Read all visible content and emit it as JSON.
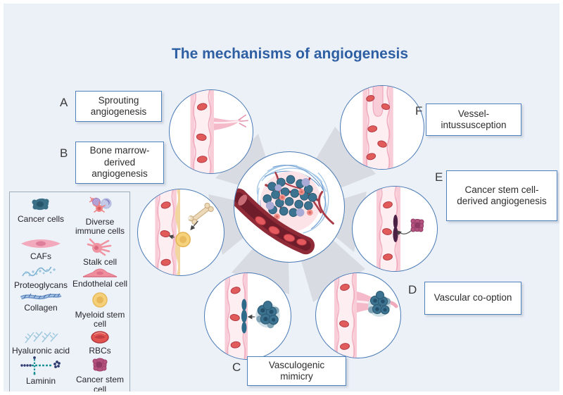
{
  "title": "The mechanisms of angiogenesis",
  "mechanisms": [
    {
      "letter": "A",
      "label": "Sprouting angiogenesis",
      "illustration": "sprouting-vessel-icon"
    },
    {
      "letter": "B",
      "label": "Bone marrow-derived angiogenesis",
      "illustration": "bone-marrow-vessel-icon"
    },
    {
      "letter": "C",
      "label": "Vasculogenic mimicry",
      "illustration": "vasculogenic-mimicry-vessel-icon"
    },
    {
      "letter": "D",
      "label": "Vascular co-option",
      "illustration": "vascular-co-option-vessel-icon"
    },
    {
      "letter": "E",
      "label": "Cancer stem cell-derived angiogenesis",
      "illustration": "cancer-stem-cell-vessel-icon"
    },
    {
      "letter": "F",
      "label": "Vessel-intussusception",
      "illustration": "intussusception-vessel-icon"
    }
  ],
  "center_illustration": "tumor-microenvironment-icon",
  "legend": {
    "items": [
      {
        "label": "Cancer cells",
        "icon": "cancer-cells-icon"
      },
      {
        "label": "Diverse immune cells",
        "icon": "diverse-immune-cells-icon"
      },
      {
        "label": "CAFs",
        "icon": "cafs-icon"
      },
      {
        "label": "Stalk cell",
        "icon": "stalk-cell-icon"
      },
      {
        "label": "Proteoglycans",
        "icon": "proteoglycans-icon"
      },
      {
        "label": "Endothelal cell",
        "icon": "endothelial-cell-icon"
      },
      {
        "label": "Collagen",
        "icon": "collagen-icon"
      },
      {
        "label": "Myeloid stem cell",
        "icon": "myeloid-stem-cell-icon"
      },
      {
        "label": "Hyaluronic acid",
        "icon": "hyaluronic-acid-icon"
      },
      {
        "label": "RBCs",
        "icon": "rbcs-icon"
      },
      {
        "label": "Laminin",
        "icon": "laminin-icon"
      },
      {
        "label": "Cancer stem cell",
        "icon": "cancer-stem-cell-icon"
      }
    ]
  },
  "colors": {
    "background": "#ecf1f8",
    "title": "#2e5fa3",
    "box_border": "#4f81bd",
    "circle_border": "#4a7ab5",
    "spoke": "#d8dbe1",
    "vessel_pink": "#f8cdd8",
    "tumor_teal": "#3c7390",
    "cancer_stem_magenta": "#b4527e"
  }
}
